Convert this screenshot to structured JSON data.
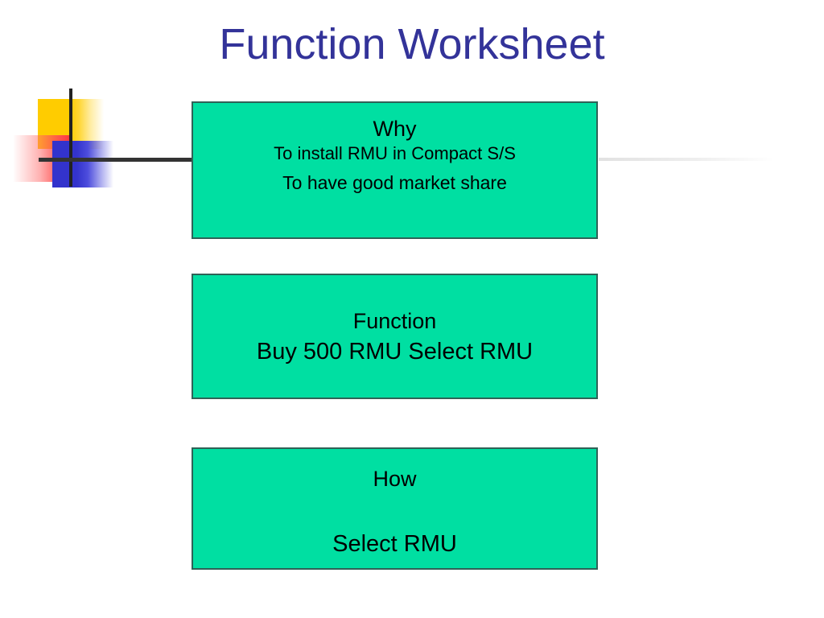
{
  "slide": {
    "title": "Function Worksheet",
    "title_color": "#333399",
    "background_color": "#ffffff"
  },
  "decoration": {
    "name": "powerpoint-corner-motif",
    "yellow_color": "#FFCC00",
    "red_color": "#FF3333",
    "blue_color": "#3333CC",
    "line_color": "#333333"
  },
  "boxes": [
    {
      "id": "why",
      "fill_color": "#00DFA2",
      "border_color": "#2F6257",
      "title": "Why",
      "lines": [
        "To install RMU in Compact S/S",
        "To have good market share"
      ]
    },
    {
      "id": "function",
      "fill_color": "#00DFA2",
      "border_color": "#2F6257",
      "title": "Function",
      "lines": [
        "Buy 500 RMU Select RMU"
      ]
    },
    {
      "id": "how",
      "fill_color": "#00DFA2",
      "border_color": "#2F6257",
      "title": "How",
      "lines": [
        "Select RMU"
      ]
    }
  ]
}
